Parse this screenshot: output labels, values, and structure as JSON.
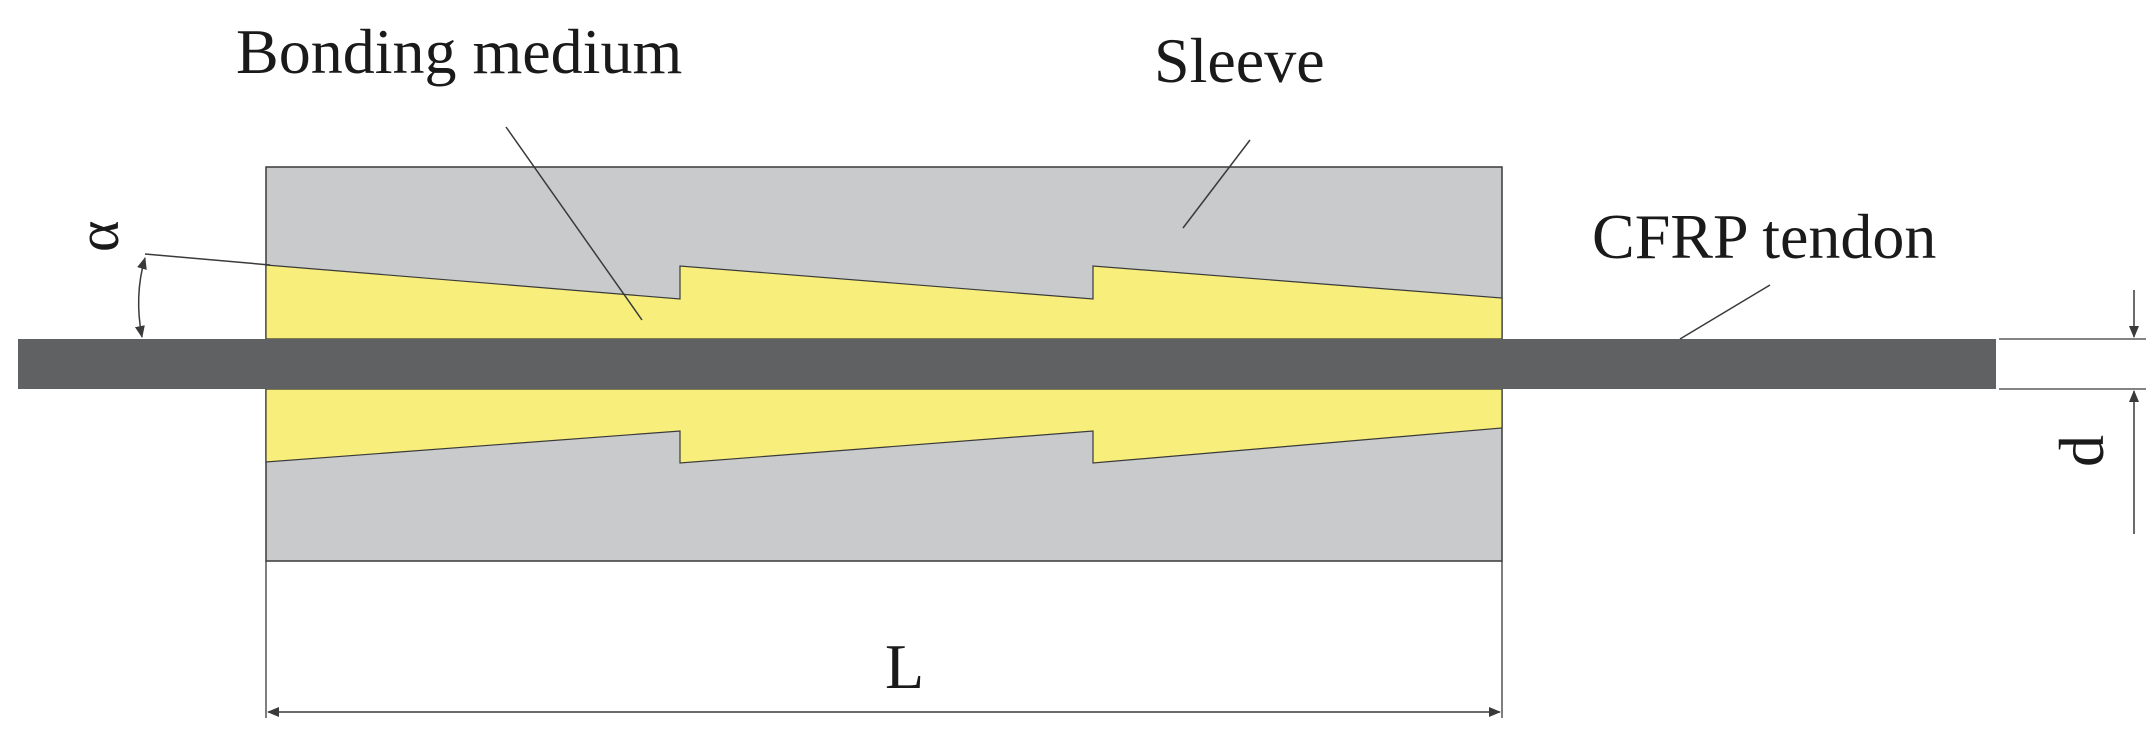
{
  "labels": {
    "bonding_medium": "Bonding medium",
    "sleeve": "Sleeve",
    "tendon": "CFRP tendon",
    "alpha": "α",
    "length": "L",
    "diameter": "d"
  },
  "colors": {
    "sleeve": "#c9cacc",
    "bonding_medium": "#f7ee7c",
    "tendon": "#606163",
    "line": "#3a3a3a"
  }
}
